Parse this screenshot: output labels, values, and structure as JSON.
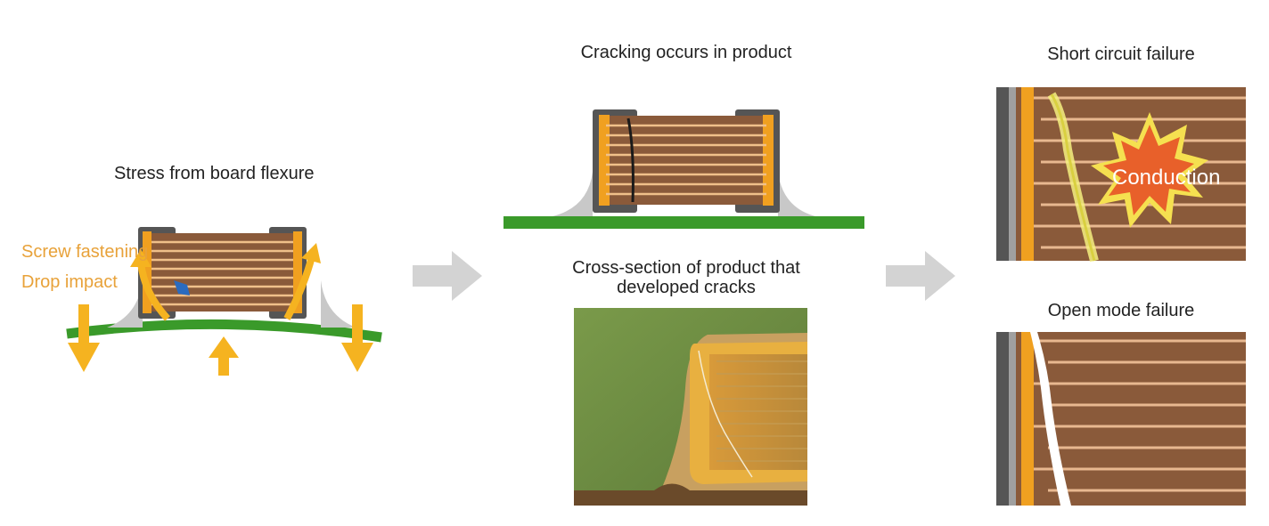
{
  "panel1": {
    "title": "Stress from board flexure",
    "cause_1": "Screw fastening",
    "cause_2": "Drop impact"
  },
  "panel2": {
    "title_top": "Cracking occurs in product",
    "title_bottom_line1": "Cross-section of product that",
    "title_bottom_line2": "developed cracks"
  },
  "panel3": {
    "title_top": "Short circuit failure",
    "burst_label": "Conduction",
    "title_bottom": "Open mode failure"
  },
  "colors": {
    "board_green": "#3a9a2a",
    "electrode_orange": "#f0a020",
    "ceramic_brown": "#8a5a3a",
    "stress_arrow": "#f5b320",
    "flow_arrow": "#d3d3d3"
  }
}
